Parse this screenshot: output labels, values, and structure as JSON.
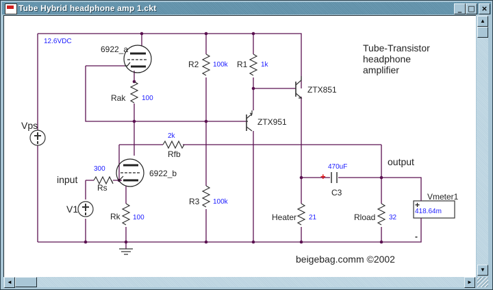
{
  "window": {
    "title": "Tube Hybrid headphone amp 1.ckt",
    "controls": {
      "minimize": "_",
      "maximize": "□",
      "close": "×"
    }
  },
  "scrollbars": {
    "up": "▲",
    "down": "▼",
    "left": "◄",
    "right": "►"
  },
  "colors": {
    "wire": "#5a1050",
    "value_text": "#1a1aff",
    "polarity_mark": "#e01010",
    "titlebar": "#6b9ab2",
    "chrome": "#a9c6d6"
  },
  "schematic": {
    "heading": [
      "Tube-Transistor",
      "headphone",
      "amplifier"
    ],
    "supply_label": "12.6VDC",
    "credit": "beigebag.comm  ©2002",
    "net_labels": {
      "input": "input",
      "output": "output"
    },
    "tubes": [
      {
        "name": "6922_a"
      },
      {
        "name": "6922_b"
      }
    ],
    "transistors": [
      {
        "name": "ZTX851"
      },
      {
        "name": "ZTX951"
      }
    ],
    "resistors": [
      {
        "name": "R2",
        "value": "100k"
      },
      {
        "name": "R1",
        "value": "1k"
      },
      {
        "name": "Rak",
        "value": "100"
      },
      {
        "name": "Rfb",
        "value": "2k"
      },
      {
        "name": "Rs",
        "value": "300"
      },
      {
        "name": "Rk",
        "value": "100"
      },
      {
        "name": "R3",
        "value": "100k"
      },
      {
        "name": "Heater",
        "value": "21"
      },
      {
        "name": "Rload",
        "value": "32"
      }
    ],
    "capacitor": {
      "name": "C3",
      "value": "470uF",
      "polarity": "+"
    },
    "sources": [
      {
        "name": "Vps"
      },
      {
        "name": "V1"
      }
    ],
    "meter": {
      "name": "Vmeter1",
      "reading": "418.64m",
      "plus": "+",
      "minus": "-"
    }
  }
}
